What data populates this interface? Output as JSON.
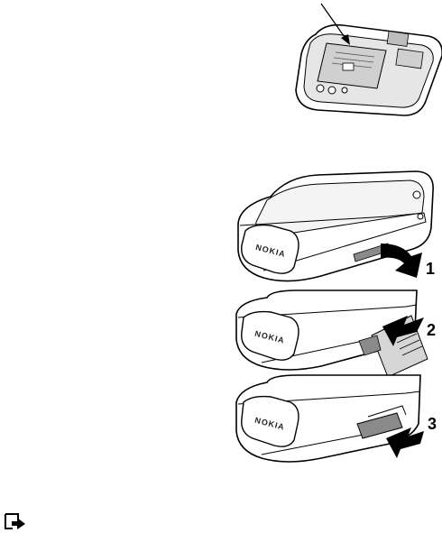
{
  "figure_top": {
    "arrow": true
  },
  "steps": [
    {
      "number": "1"
    },
    {
      "number": "2"
    },
    {
      "number": "3"
    }
  ],
  "brand_text": "NOKIA",
  "note_icon": "note-icon",
  "colors": {
    "ink": "#000000",
    "paper": "#ffffff",
    "shade": "#d9d9d9",
    "dark_shade": "#8a8a8a"
  }
}
